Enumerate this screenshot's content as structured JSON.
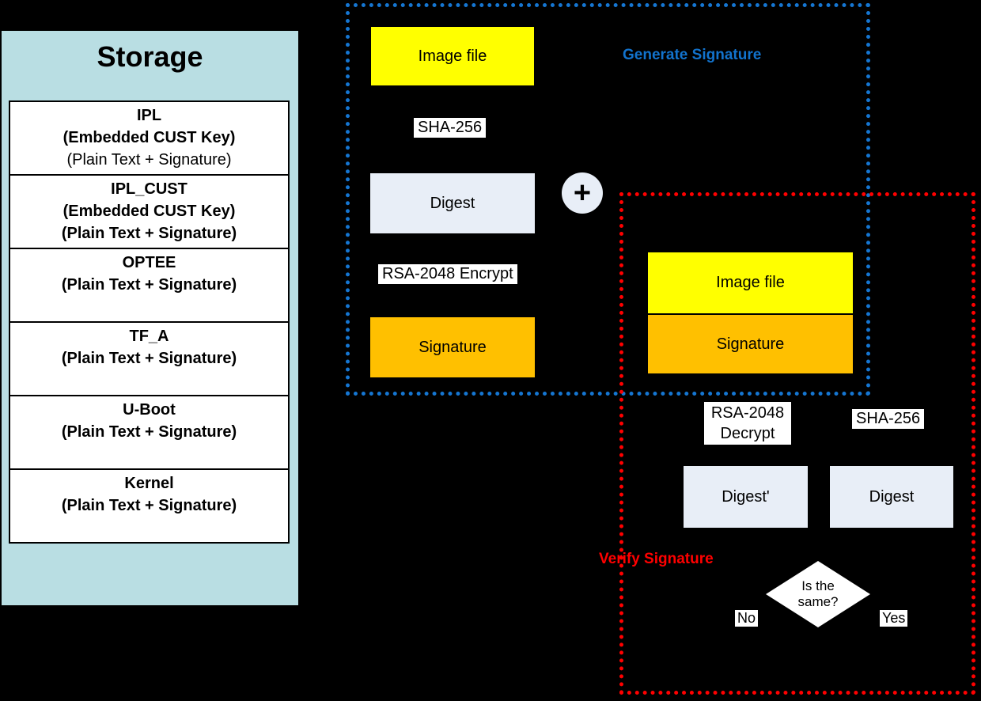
{
  "colors": {
    "background": "#000000",
    "storage_panel_bg": "#b9dee3",
    "image_file_yellow": "#ffff00",
    "signature_orange": "#ffc000",
    "digest_fill": "#e8eef7",
    "generate_blue": "#1273cd",
    "verify_red": "#ff0000"
  },
  "storage": {
    "title": "Storage",
    "items": [
      {
        "lines": [
          "IPL",
          "(Embedded CUST Key)",
          "(Plain Text + Signature)"
        ]
      },
      {
        "lines": [
          "IPL_CUST",
          "(Embedded CUST Key)",
          "(Plain Text + Signature)"
        ]
      },
      {
        "lines": [
          "OPTEE",
          "(Plain Text + Signature)"
        ]
      },
      {
        "lines": [
          "TF_A",
          "(Plain Text + Signature)"
        ]
      },
      {
        "lines": [
          "U-Boot",
          "(Plain Text + Signature)"
        ]
      },
      {
        "lines": [
          "Kernel",
          "(Plain Text + Signature)"
        ]
      }
    ]
  },
  "generate": {
    "label": "Generate Signature",
    "image_file": "Image file",
    "sha_label": "SHA-256",
    "digest_label": "Digest",
    "plus": "+",
    "rsa_label": "RSA-2048 Encrypt",
    "signature_label": "Signature"
  },
  "verify": {
    "label": "Verify Signature",
    "image_file": "Image file",
    "signature": "Signature",
    "rsa_line1": "RSA-2048",
    "rsa_line2": "Decrypt",
    "sha_label": "SHA-256",
    "digest_prime_label": "Digest'",
    "digest_label": "Digest",
    "diamond_line1": "Is the",
    "diamond_line2": "same?",
    "no": "No",
    "yes": "Yes"
  }
}
